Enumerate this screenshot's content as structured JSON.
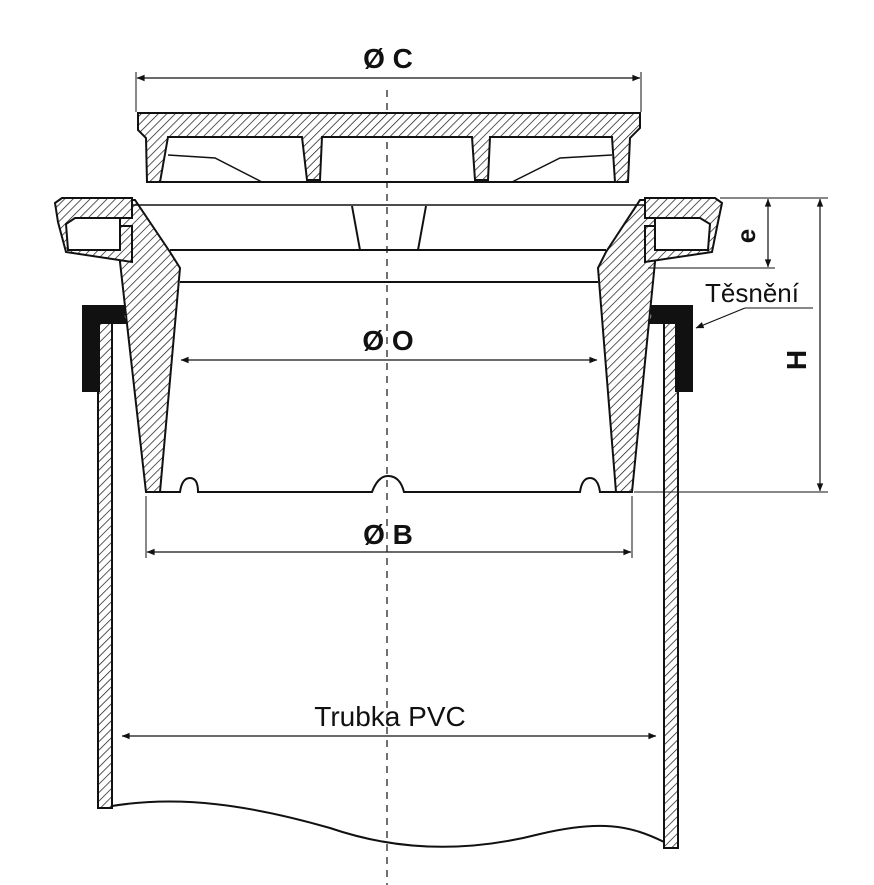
{
  "labels": {
    "dia_c": "Ø C",
    "dia_o": "Ø O",
    "dia_b": "Ø B",
    "height": "H",
    "e": "e",
    "seal": "Těsnění",
    "pipe": "Trubka PVC"
  },
  "colors": {
    "stroke": "#111111",
    "fill": "#ffffff",
    "seal": "#111111"
  }
}
